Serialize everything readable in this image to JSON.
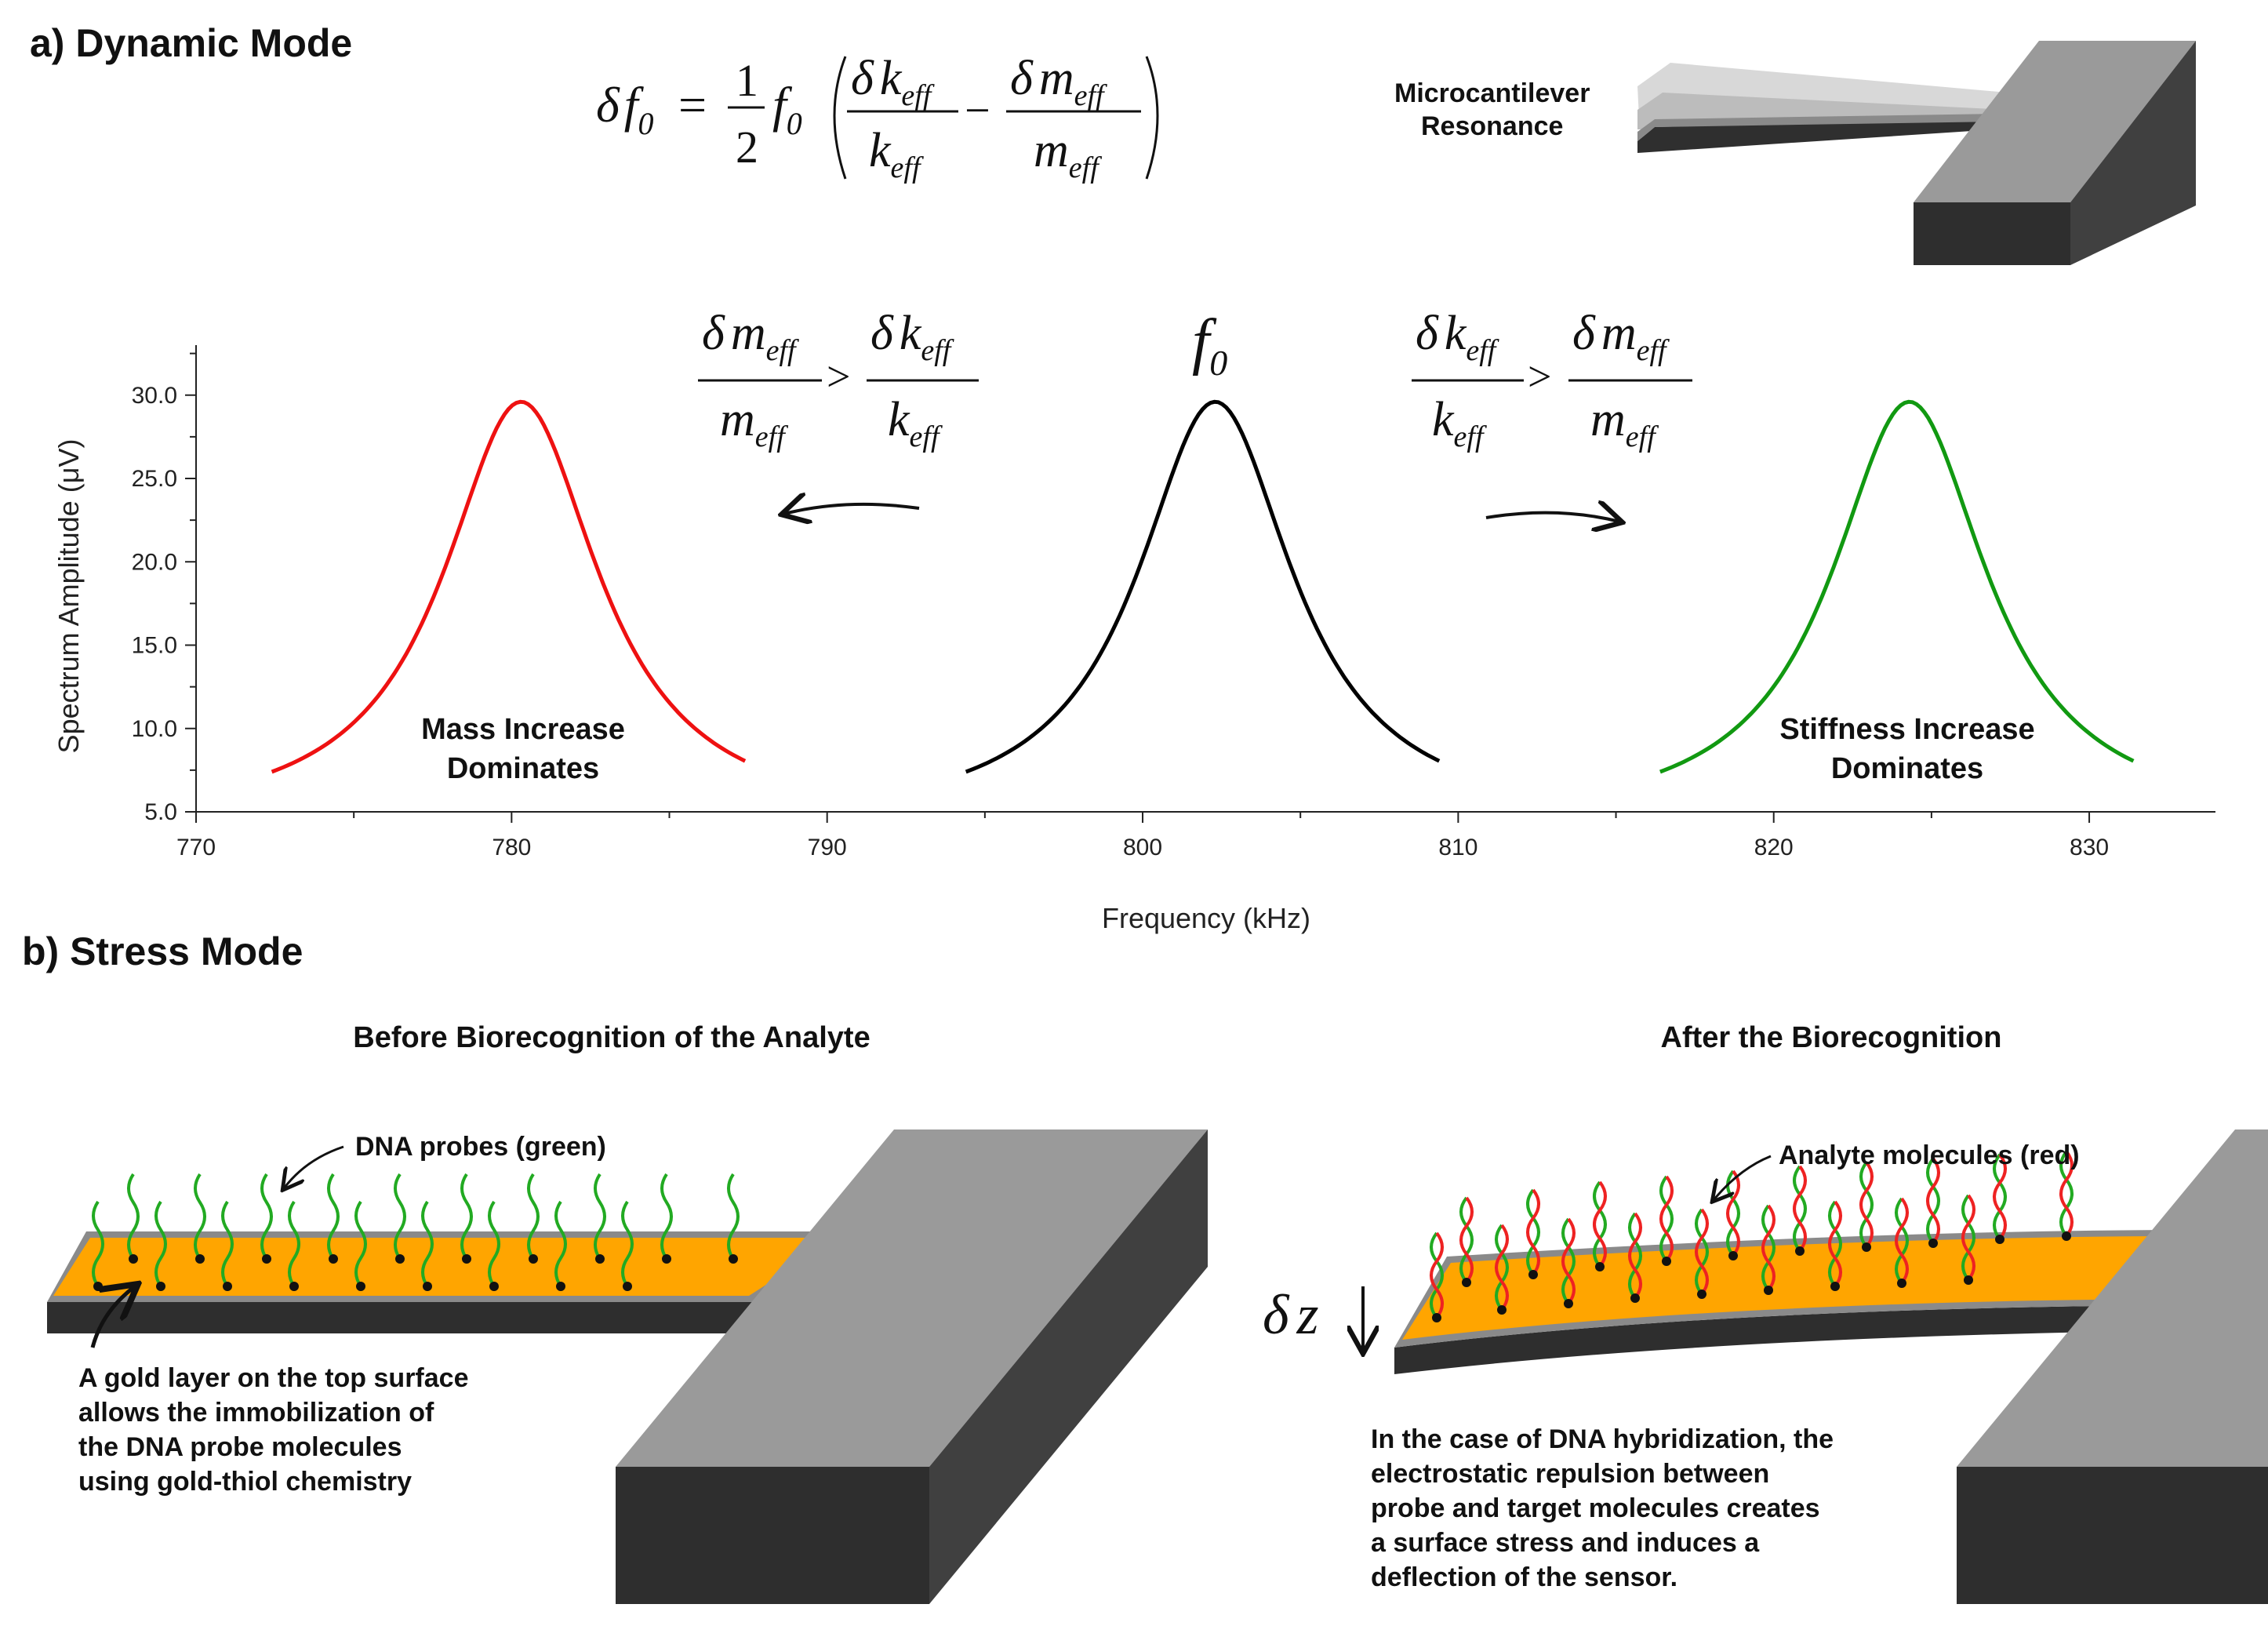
{
  "section_a": {
    "heading": "a) Dynamic Mode",
    "formula": {
      "lhs_delta": "δ",
      "lhs_f": "f",
      "lhs_sub": "0",
      "eq": "=",
      "half_num": "1",
      "half_den": "2",
      "f": "f",
      "f_sub": "0",
      "delta": "δ",
      "k": "k",
      "m": "m",
      "eff": "eff",
      "minus": "−"
    },
    "cantilever_label_line1": "Microcantilever",
    "cantilever_label_line2": "Resonance",
    "peak_center_label": "f",
    "peak_center_sub": "0",
    "left_condition_sign": ">",
    "right_condition_sign": ">",
    "left_peak_label_line1": "Mass Increase",
    "left_peak_label_line2": "Dominates",
    "right_peak_label_line1": "Stiffness Increase",
    "right_peak_label_line2": "Dominates"
  },
  "chart_data": {
    "type": "line",
    "xlabel": "Frequency (kHz)",
    "ylabel": "Spectrum Amplitude (μV)",
    "xlim": [
      770,
      834
    ],
    "ylim": [
      5.0,
      33.0
    ],
    "x_ticks": [
      "770",
      "780",
      "790",
      "800",
      "810",
      "820",
      "830"
    ],
    "y_ticks": [
      "5.0",
      "10.0",
      "15.0",
      "20.0",
      "25.0",
      "30.0"
    ],
    "series": [
      {
        "color": "#ee1111",
        "center": 780.3,
        "peak": 29.6,
        "x_range": [
          772.4,
          787.4
        ]
      },
      {
        "color": "#000000",
        "center": 802.3,
        "peak": 29.6,
        "x_range": [
          794.4,
          809.4
        ]
      },
      {
        "color": "#119911",
        "center": 824.3,
        "peak": 29.6,
        "x_range": [
          816.4,
          831.4
        ]
      }
    ]
  },
  "section_b": {
    "heading": "b) Stress Mode",
    "before_title": "Before Biorecognition of the Analyte",
    "after_title": "After the Biorecognition",
    "dna_probes_label": "DNA probes (green)",
    "analyte_label": "Analyte molecules (red)",
    "gold_note": [
      "A gold layer on the top surface",
      "allows the immobilization of",
      "the DNA probe molecules",
      "using gold-thiol chemistry"
    ],
    "deflection_label_delta": "δ",
    "deflection_label_z": "z",
    "hybrid_note": [
      "In the case of DNA hybridization, the",
      "electrostatic repulsion between",
      "probe and target molecules creates",
      "a surface stress and induces a",
      "deflection of the sensor."
    ]
  },
  "colors": {
    "gold": "#ffa500",
    "probe": "#22aa22",
    "analyte": "#ee2222",
    "block_top": "#9a9a9a",
    "block_side": "#404040",
    "block_front": "#2e2e2e"
  }
}
